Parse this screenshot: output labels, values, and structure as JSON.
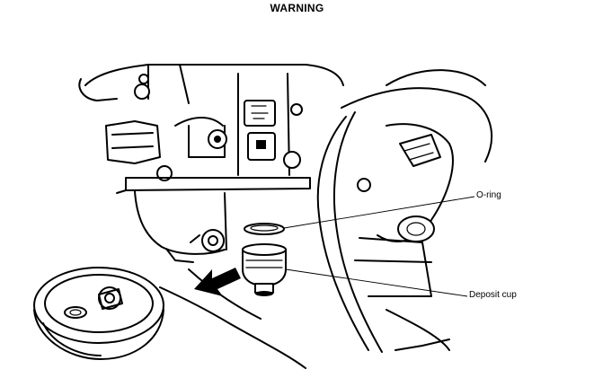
{
  "header": {
    "title": "WARNING"
  },
  "callouts": {
    "o_ring": "O-ring",
    "deposit_cup": "Deposit cup"
  }
}
